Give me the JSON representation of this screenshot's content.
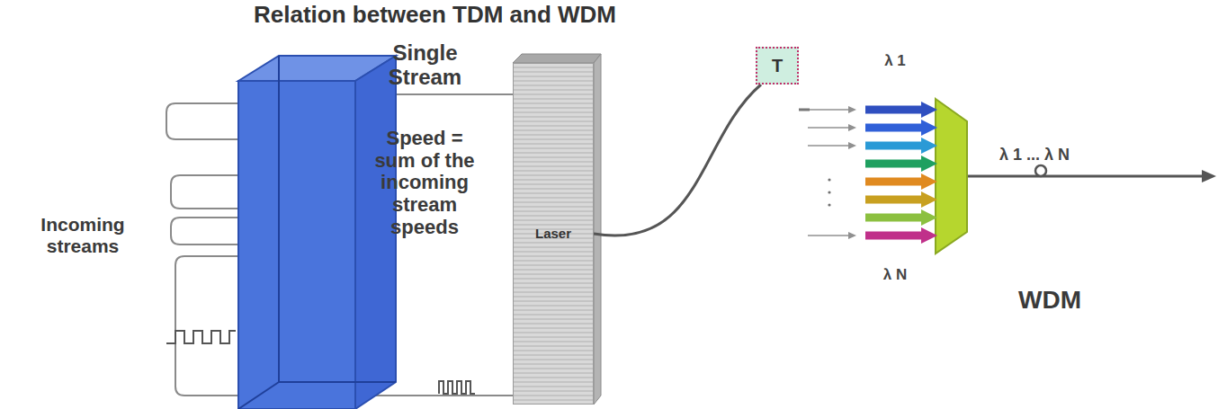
{
  "diagram": {
    "title": "Relation between TDM and WDM",
    "nodes": [
      {
        "text": [
          "Laser"
        ]
      },
      {
        "text": [
          "T"
        ]
      }
    ],
    "edges": [
      {
        "from": 0,
        "to": 1,
        "arrow": "none"
      }
    ],
    "labels": [
      "Single Stream",
      "Speed = sum of the incoming stream speeds",
      "Incoming streams",
      "λ 1",
      "λ N",
      "λ 1 ... λ N",
      "WDM"
    ]
  }
}
